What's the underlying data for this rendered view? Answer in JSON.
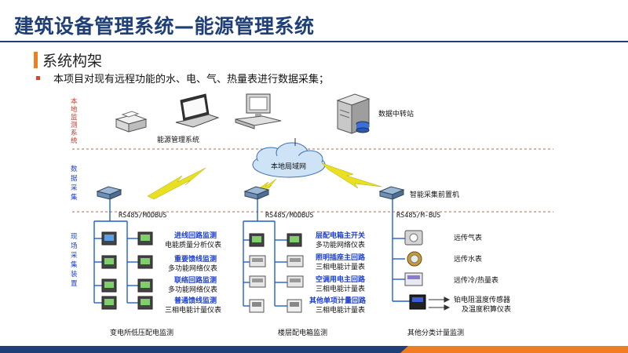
{
  "slide": {
    "title": "建筑设备管理系统—能源管理系统",
    "section": "系统构架",
    "bullet": "本项目对现有远程功能的水、电、气、热量表进行数据采集；"
  },
  "layers": {
    "top": [
      "本",
      "地",
      "监",
      "测",
      "系",
      "统"
    ],
    "middle": [
      "数",
      "据",
      "采",
      "集"
    ],
    "bottom": [
      "现",
      "场",
      "采",
      "集",
      "装",
      "置"
    ]
  },
  "nodes": {
    "data_station": "数据中转站",
    "energy_system": "能源管理系统",
    "lan": "本地局域网",
    "gateway": "智能采集前置机"
  },
  "buses": {
    "b1": "RS485/MODBUS",
    "b2": "RS485/MODBUS",
    "b3": "RS485/M-BUS"
  },
  "col1": {
    "items": [
      {
        "title": "进线回路监测",
        "sub": "电能质量分析仪表"
      },
      {
        "title": "重要馈线监测",
        "sub": "多功能网络仪表"
      },
      {
        "title": "联络回路监测",
        "sub": "多功能网络仪表"
      },
      {
        "title": "普通馈线监测",
        "sub": "三相电能计量仪表"
      }
    ],
    "caption": "变电所低压配电监测"
  },
  "col2": {
    "items": [
      {
        "title": "层配电箱主开关",
        "sub": "多功能网络仪表"
      },
      {
        "title": "照明插座主回路",
        "sub": "三相电能计量表"
      },
      {
        "title": "空调用电主回路",
        "sub": "三相电能计量表"
      },
      {
        "title": "其他单项计量回路",
        "sub": "三相电能计量表"
      }
    ],
    "caption": "楼层配电箱监测"
  },
  "col3": {
    "items": [
      "远传气表",
      "远传水表",
      "远传冷/热量表",
      "铂电阻温度传感器",
      "及温度积算仪表"
    ],
    "caption": "其他分类计量监测"
  },
  "colors": {
    "title": "#1f3f78",
    "accent": "#ef7d22",
    "bullet": "#e8421f",
    "layer_label": "#c0392b",
    "wire": "#1f5fd6",
    "blue_text": "#1c3fd0",
    "lightning": "#e8e020"
  }
}
